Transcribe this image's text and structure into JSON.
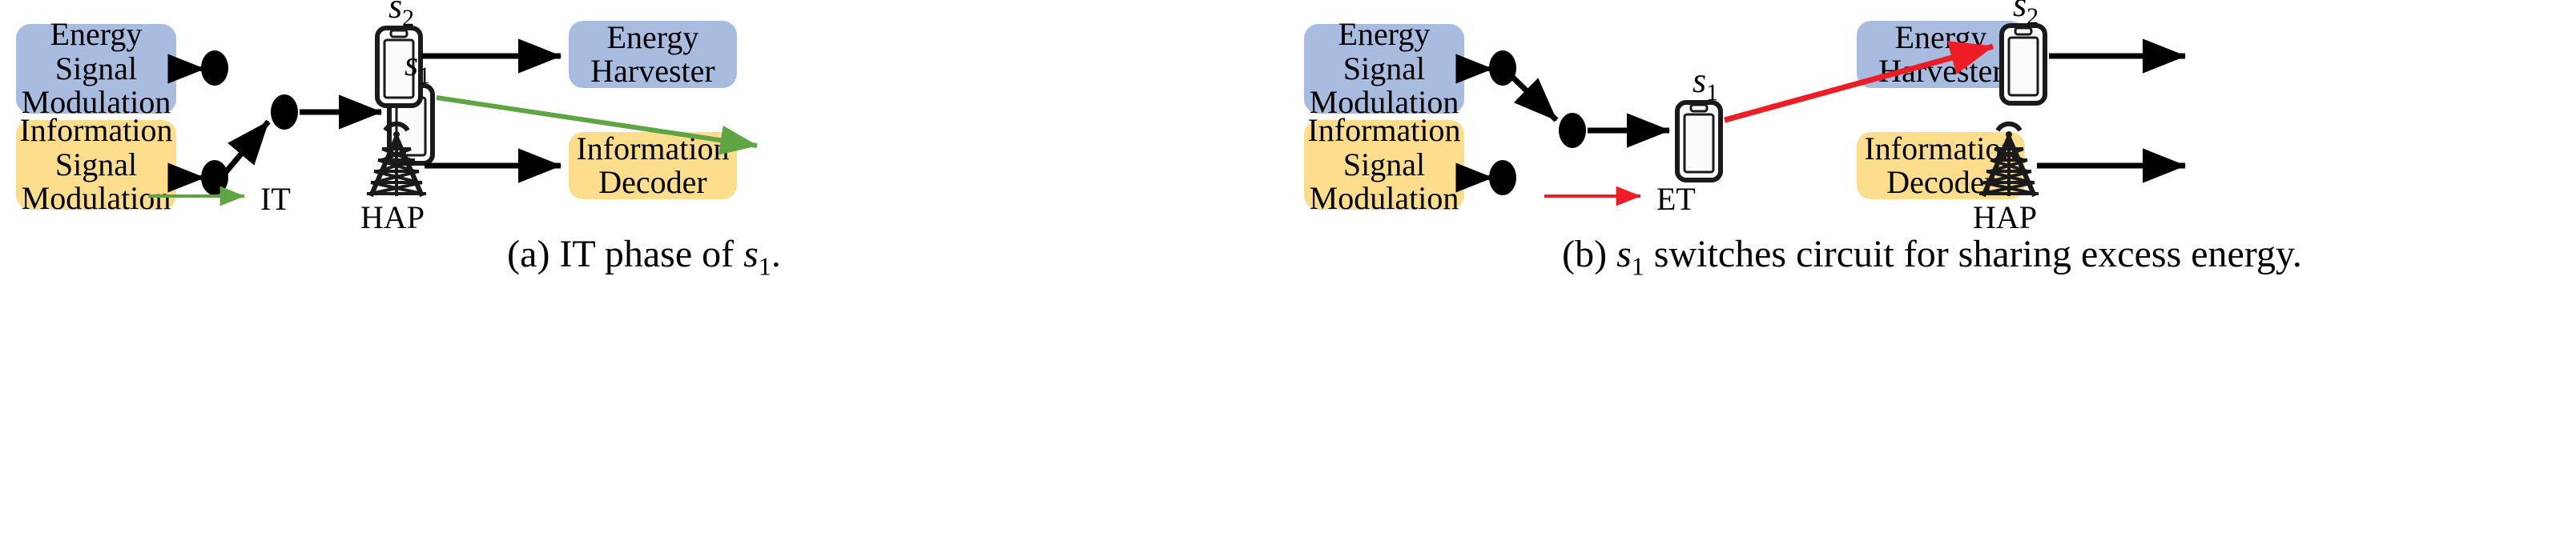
{
  "figure": {
    "type": "diagram",
    "background": "#ffffff",
    "colors": {
      "energy_box": "#a8bcdf",
      "information_box": "#fcdd8c",
      "it_arrow": "#5fa544",
      "et_arrow": "#ee1c25",
      "wire": "#000000"
    }
  },
  "panel_a": {
    "caption_prefix": "(a)",
    "caption_text_1": "IT phase of",
    "caption_symbol": "s",
    "caption_symbol_sub": "1",
    "caption_text_2": ".",
    "boxes": {
      "energy_signal_modulation": [
        "Energy",
        "Signal",
        "Modulation"
      ],
      "information_signal_modulation": [
        "Information",
        "Signal",
        "Modulation"
      ],
      "energy_harvester": [
        "Energy",
        "Harvester"
      ],
      "information_decoder": [
        "Information",
        "Decoder"
      ]
    },
    "nodes": {
      "s1_label": "s",
      "s1_sub": "1",
      "s2_label": "s",
      "s2_sub": "2",
      "hap_label": "HAP"
    },
    "legend": {
      "arrow_label": "IT",
      "arrow_color": "#5fa544"
    },
    "active_path": "information-to-s1-to-hap"
  },
  "panel_b": {
    "caption_prefix": "(b)",
    "caption_symbol": "s",
    "caption_symbol_sub": "1",
    "caption_text_1": "switches circuit for sharing excess energy.",
    "boxes": {
      "energy_signal_modulation": [
        "Energy",
        "Signal",
        "Modulation"
      ],
      "information_signal_modulation": [
        "Information",
        "Signal",
        "Modulation"
      ],
      "energy_harvester": [
        "Energy",
        "Harvester"
      ],
      "information_decoder": [
        "Information",
        "Decoder"
      ]
    },
    "nodes": {
      "s1_label": "s",
      "s1_sub": "1",
      "s2_label": "s",
      "s2_sub": "2",
      "hap_label": "HAP"
    },
    "legend": {
      "arrow_label": "ET",
      "arrow_color": "#ee1c25"
    },
    "active_path": "energy-to-s1-to-s2"
  }
}
